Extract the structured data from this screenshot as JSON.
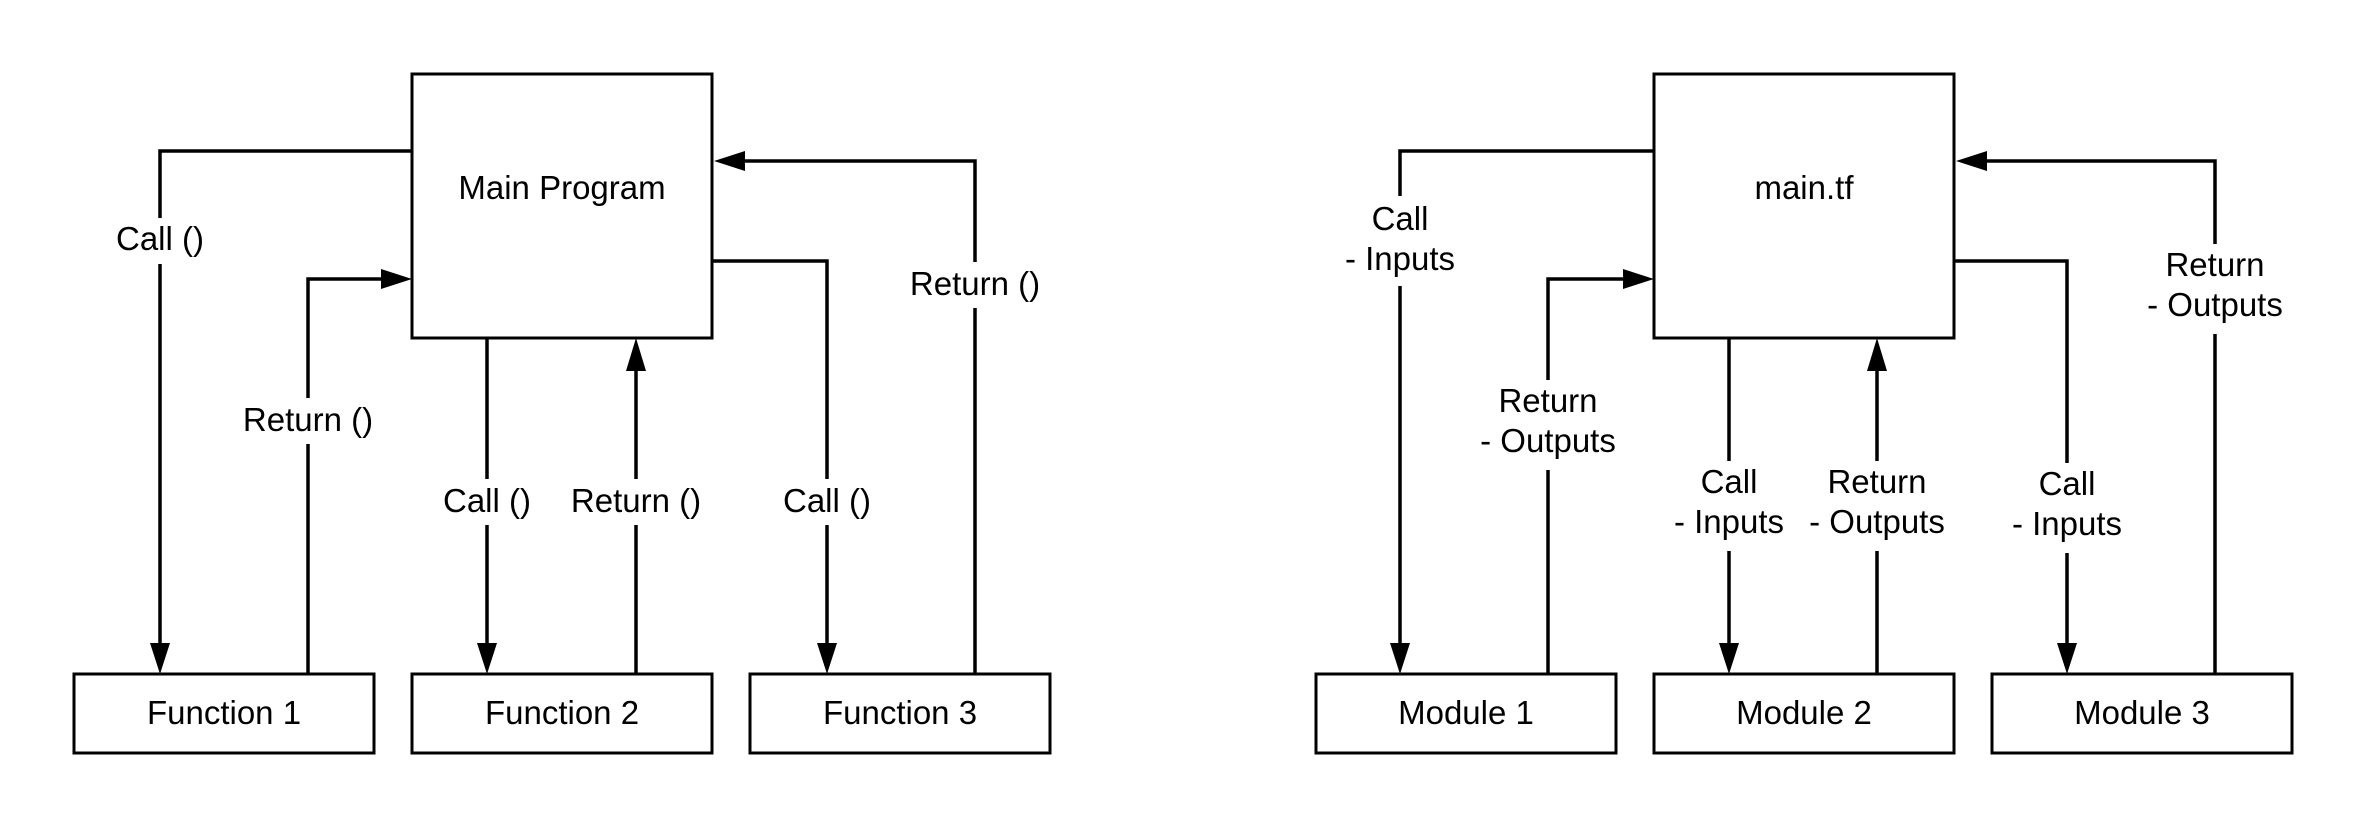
{
  "colors": {
    "stroke": "#000000",
    "background": "#ffffff"
  },
  "left_diagram": {
    "main": "Main Program",
    "functions": [
      "Function 1",
      "Function 2",
      "Function 3"
    ],
    "labels": {
      "call_1": [
        "Call ()"
      ],
      "return_1": [
        "Return ()"
      ],
      "call_2": [
        "Call ()"
      ],
      "return_2": [
        "Return ()"
      ],
      "call_3": [
        "Call ()"
      ],
      "return_3": [
        "Return ()"
      ]
    }
  },
  "right_diagram": {
    "main": "main.tf",
    "modules": [
      "Module 1",
      "Module 2",
      "Module 3"
    ],
    "labels": {
      "call_1": [
        "Call",
        "- Inputs"
      ],
      "return_1": [
        "Return",
        "- Outputs"
      ],
      "call_2": [
        "Call",
        "- Inputs"
      ],
      "return_2": [
        "Return",
        "- Outputs"
      ],
      "call_3": [
        "Call",
        "- Inputs"
      ],
      "return_3": [
        "Return",
        "- Outputs"
      ]
    }
  }
}
